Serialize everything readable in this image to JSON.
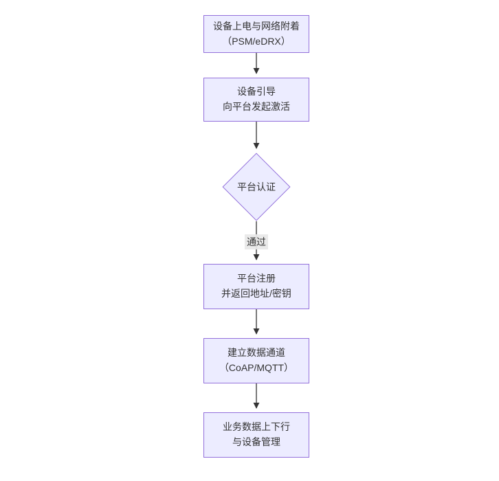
{
  "diagram": {
    "type": "flowchart-top-down",
    "colors": {
      "node_fill": "#ECECFF",
      "node_border": "#9370DB",
      "arrow": "#333333",
      "text": "#333333",
      "edge_label_bg": "#e8e8e8",
      "background": "#ffffff"
    },
    "nodes": [
      {
        "id": "power-attach",
        "type": "rect",
        "line1": "设备上电与网络附着",
        "line2": "（PSM/eDRX）"
      },
      {
        "id": "bootstrap",
        "type": "rect",
        "line1": "设备引导",
        "line2": "向平台发起激活"
      },
      {
        "id": "auth",
        "type": "diamond",
        "line1": "平台认证"
      },
      {
        "id": "register",
        "type": "rect",
        "line1": "平台注册",
        "line2": "并返回地址/密钥"
      },
      {
        "id": "data-channel",
        "type": "rect",
        "line1": "建立数据通道",
        "line2": "（CoAP/MQTT）"
      },
      {
        "id": "business",
        "type": "rect",
        "line1": "业务数据上下行",
        "line2": "与设备管理"
      }
    ],
    "edges": [
      {
        "from": "power-attach",
        "to": "bootstrap",
        "label": ""
      },
      {
        "from": "bootstrap",
        "to": "auth",
        "label": ""
      },
      {
        "from": "auth",
        "to": "register",
        "label": "通过"
      },
      {
        "from": "register",
        "to": "data-channel",
        "label": ""
      },
      {
        "from": "data-channel",
        "to": "business",
        "label": ""
      }
    ]
  }
}
